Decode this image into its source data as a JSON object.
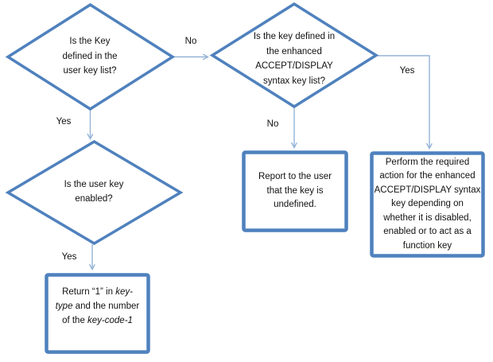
{
  "colors": {
    "shape_border": "#4f81bd",
    "connector": "#95b3d7",
    "text": "#111111"
  },
  "nodes": {
    "decision_user_key": {
      "text": "Is the Key\ndefined in the\nuser key list?"
    },
    "decision_enhanced": {
      "text": "Is the key defined in\nthe enhanced\nACCEPT/DISPLAY\nsyntax key list?"
    },
    "decision_enabled": {
      "text": "Is the user key\nenabled?"
    },
    "report_box": {
      "text": "Report to the user\nthat the key is\nundefined."
    },
    "perform_box": {
      "text": "Perform the required\naction for the enhanced\nACCEPT/DISPLAY syntax\nkey depending on\nwhether it is disabled,\nenabled or to act as a\nfunction key"
    },
    "return_box": {
      "line1_pre": "Return “1” in ",
      "line1_italic": "key-",
      "line2_italic": "type",
      "line2_rest": " and the number",
      "line3_pre": "of the ",
      "line3_italic": "key-code-1"
    }
  },
  "labels": {
    "no_top": "No",
    "yes_left": "Yes",
    "no_middle": "No",
    "yes_right": "Yes",
    "yes_bottom": "Yes"
  }
}
